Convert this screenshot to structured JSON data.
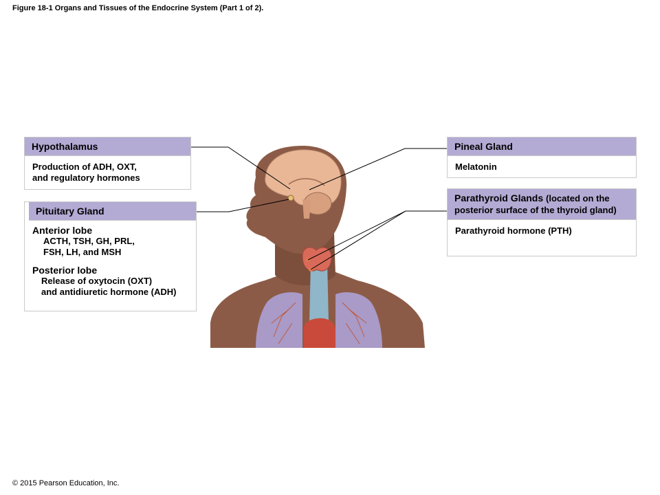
{
  "figure": {
    "title": "Figure 18-1 Organs and Tissues of the Endocrine System (Part 1 of 2).",
    "copyright": "© 2015 Pearson Education, Inc."
  },
  "hypothalamus": {
    "heading": "Hypothalamus",
    "lines": [
      "Production of ADH, OXT,",
      "and regulatory hormones"
    ]
  },
  "pituitary": {
    "heading": "Pituitary Gland",
    "anterior_heading": "Anterior lobe",
    "anterior_lines": [
      "ACTH, TSH, GH, PRL,",
      "FSH, LH, and MSH"
    ],
    "posterior_heading": "Posterior lobe",
    "posterior_lines": [
      "Release of oxytocin (OXT)",
      "and antidiuretic hormone (ADH)"
    ]
  },
  "pineal": {
    "heading": "Pineal Gland",
    "lines": [
      "Melatonin"
    ]
  },
  "parathyroid": {
    "heading_lines": [
      "Parathyroid Glands",
      "(located on the posterior surface",
      "of the thyroid gland)"
    ],
    "lines": [
      "Parathyroid hormone (PTH)"
    ]
  },
  "colors": {
    "header_fill": "#b3abd4",
    "skin": "#8c5b47",
    "brain": "#e9b796",
    "lung": "#a99ac7",
    "thyroid": "#d96a5a",
    "trachea": "#8fb6c9"
  }
}
